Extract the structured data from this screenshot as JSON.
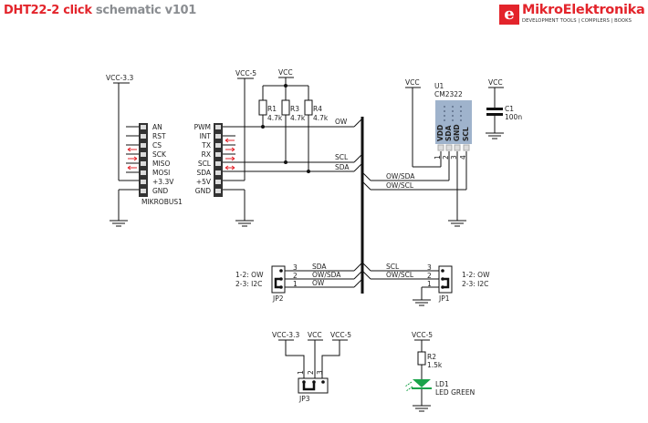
{
  "header": {
    "title_part1": "DHT22-2 click",
    "title_part2": "schematic v101"
  },
  "logo": {
    "letter": "e",
    "name": "MikroElektronika",
    "tagline": "DEVELOPMENT TOOLS | COMPILERS | BOOKS",
    "brand_color": "#e3242b"
  },
  "mikrobus": {
    "designator": "MIKROBUS1",
    "left_pins": [
      "AN",
      "RST",
      "CS",
      "SCK",
      "MISO",
      "MOSI",
      "+3.3V",
      "GND"
    ],
    "right_pins": [
      "PWM",
      "INT",
      "TX",
      "RX",
      "SCL",
      "SDA",
      "+5V",
      "GND"
    ],
    "left_power": "VCC-3.3",
    "right_power": "VCC-5"
  },
  "pullups": {
    "power": "VCC",
    "resistors": [
      {
        "ref": "R1",
        "value": "4.7k"
      },
      {
        "ref": "R3",
        "value": "4.7k"
      },
      {
        "ref": "R4",
        "value": "4.7k"
      }
    ]
  },
  "nets": {
    "ow": "OW",
    "scl": "SCL",
    "sda": "SDA",
    "ow_sda": "OW/SDA",
    "ow_scl": "OW/SCL"
  },
  "sensor": {
    "ref": "U1",
    "part": "CM2322",
    "power": "VCC",
    "pins": [
      "VDD",
      "SDA",
      "GND",
      "SCL"
    ],
    "pin_numbers": [
      "1",
      "2",
      "3",
      "4"
    ],
    "body_color": "#9fb3cc"
  },
  "capacitor": {
    "ref": "C1",
    "value": "100n",
    "power": "VCC"
  },
  "jp2": {
    "ref": "JP2",
    "note1": "1-2: OW",
    "note2": "2-3: I2C",
    "pins": [
      "3",
      "2",
      "1"
    ],
    "nets": [
      "SDA",
      "OW/SDA",
      "OW"
    ]
  },
  "jp1": {
    "ref": "JP1",
    "note1": "1-2: OW",
    "note2": "2-3: I2C",
    "pins": [
      "3",
      "2",
      "1"
    ],
    "nets": [
      "SCL",
      "OW/SCL"
    ]
  },
  "jp3": {
    "ref": "JP3",
    "inputs": [
      "VCC-3.3",
      "VCC",
      "VCC-5"
    ],
    "pin_numbers": [
      "1",
      "2",
      "3"
    ]
  },
  "led": {
    "power": "VCC-5",
    "resistor_ref": "R2",
    "resistor_value": "1.5k",
    "ref": "LD1",
    "label": "LED GREEN",
    "color": "#1aa34a"
  }
}
